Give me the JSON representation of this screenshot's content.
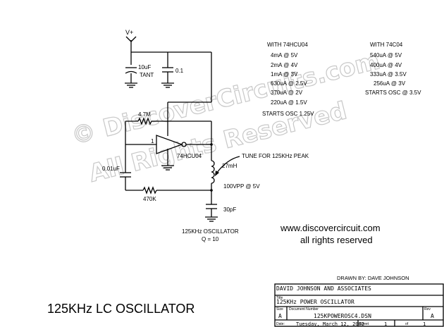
{
  "schematic": {
    "supply_label": "V+",
    "cap_tant_value": "10uF",
    "cap_tant_type": "TANT",
    "cap_bypass_value": "0.1",
    "res_feedback": "4.7M",
    "inverter_pin": "1",
    "inverter_part": "74HCU04",
    "cap_input": "0.01uF",
    "res_input": "470K",
    "inductor": "27mH",
    "tune_note": "TUNE FOR 125KHz PEAK",
    "vpp_note": "100VPP @ 5V",
    "cap_tank": "30pF",
    "caption_line1": "125KHz OSCILLATOR",
    "caption_line2": "Q = 10"
  },
  "notes_left": {
    "header": "WITH 74HCU04",
    "rows": [
      "4mA @ 5V",
      "2mA @ 4V",
      "1mA @ 3V",
      "630uA @ 2.5V",
      "370uA @ 2V",
      "220uA @ 1.5V"
    ],
    "footer": "STARTS OSC 1.25V"
  },
  "notes_right": {
    "header": "WITH 74C04",
    "rows": [
      "540uA @ 5V",
      "400uA @ 4V",
      "333uA @ 3.5V",
      "256uA @ 3V"
    ],
    "footer": "STARTS OSC @ 3.5V"
  },
  "watermark": {
    "line1": "© DiscoverCircuits.com",
    "line2": "All Rights Reserved"
  },
  "website": {
    "url": "www.discovercircuit.com",
    "rights": "all rights reserved"
  },
  "drawn_by": "DRAWN BY:  DAVE JOHNSON",
  "page_title": "125KHz LC OSCILLATOR",
  "title_block": {
    "title_label": "Title",
    "company": "DAVID JOHNSON AND ASSOCIATES",
    "title": "125KHz POWER OSCILLATOR",
    "size_label": "Size",
    "size_value": "A",
    "docnum_label": "Document Number",
    "docnum_value": "125KPOWEROSC4.DSN",
    "rev_label": "Rev",
    "rev_value": "A",
    "date_label": "Date:",
    "date_value": "Tuesday, March 12, 2002",
    "sheet_label": "Sheet",
    "sheet_value": "1",
    "of_label": "of",
    "of_value": "1"
  }
}
